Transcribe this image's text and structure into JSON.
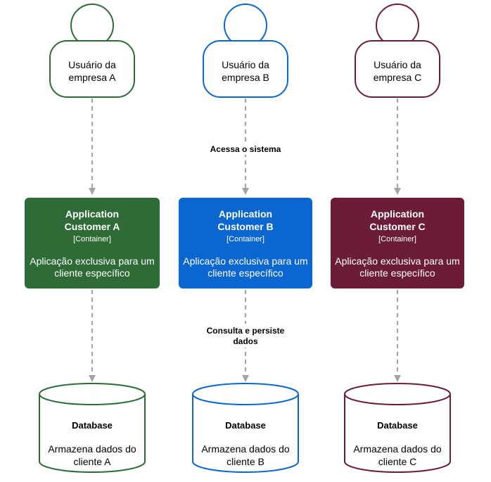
{
  "colors": {
    "a": "#2e6b36",
    "b": "#0b66d0",
    "c": "#6b1d36",
    "arrow": "#a3a3a3"
  },
  "columns": [
    {
      "person": {
        "line1": "Usuário da",
        "line2": "empresa A"
      },
      "app": {
        "title1": "Application",
        "title2": "Customer A",
        "type": "[Container]",
        "desc1": "Aplicação exclusiva para um",
        "desc2": "cliente específico"
      },
      "db": {
        "title": "Database",
        "desc1": "Armazena dados do",
        "desc2": "cliente A"
      }
    },
    {
      "person": {
        "line1": "Usuário da",
        "line2": "empresa B"
      },
      "app": {
        "title1": "Application",
        "title2": "Customer B",
        "type": "[Container]",
        "desc1": "Aplicação exclusiva para um",
        "desc2": "cliente específico"
      },
      "db": {
        "title": "Database",
        "desc1": "Armazena dados do",
        "desc2": "cliente B"
      }
    },
    {
      "person": {
        "line1": "Usuário da",
        "line2": "empresa C"
      },
      "app": {
        "title1": "Application",
        "title2": "Customer C",
        "type": "[Container]",
        "desc1": "Aplicação exclusiva para um",
        "desc2": "cliente específico"
      },
      "db": {
        "title": "Database",
        "desc1": "Armazena dados do",
        "desc2": "cliente C"
      }
    }
  ],
  "edges": {
    "access_label": "Acessa o sistema",
    "persist_label_1": "Consulta e persiste",
    "persist_label_2": "dados"
  }
}
